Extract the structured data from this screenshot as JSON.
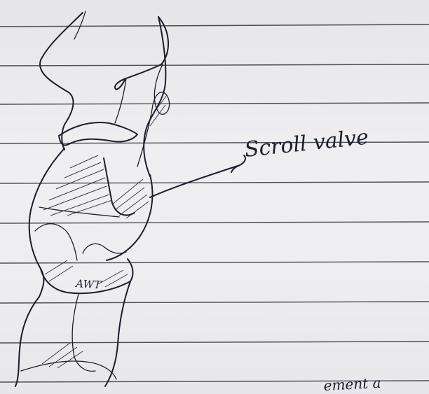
{
  "labels": {
    "main_label": "Scroll valve",
    "inner_label": "AWT",
    "bottom_text": "ement a"
  },
  "colors": {
    "paper": "#ecebed",
    "ink": "#1c1e2b",
    "rule": "#3a3b44"
  }
}
